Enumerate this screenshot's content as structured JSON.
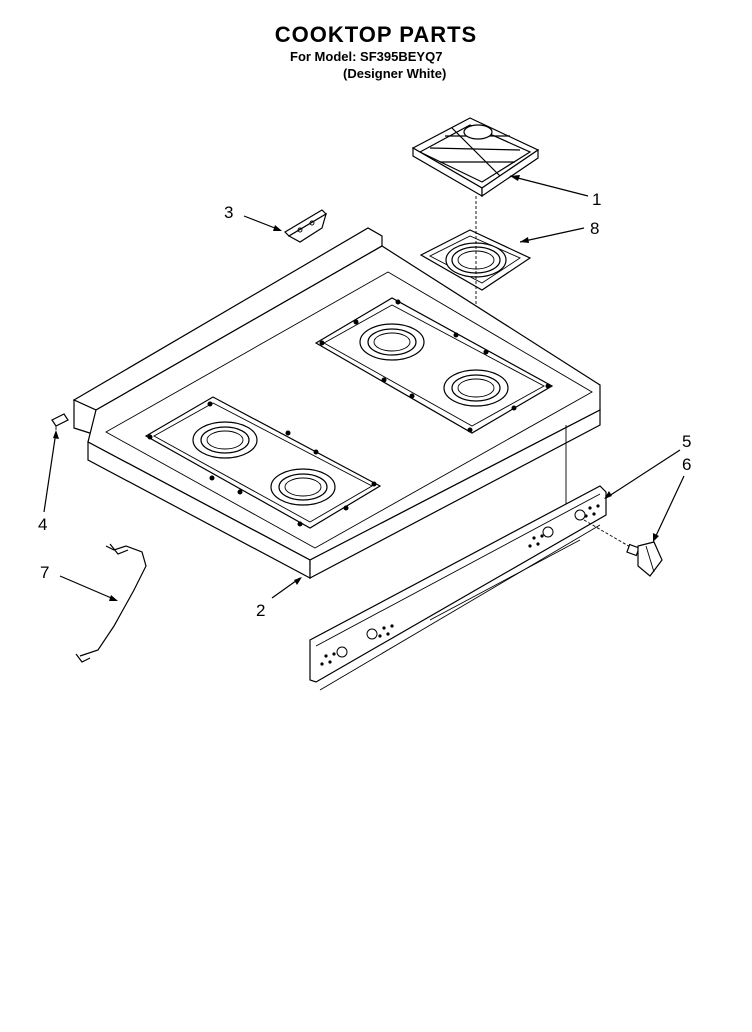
{
  "header": {
    "title": "COOKTOP PARTS",
    "model_line": "For Model: SF395BEYQ7",
    "color_line": "(Designer White)"
  },
  "callouts": {
    "c1": "1",
    "c2": "2",
    "c3": "3",
    "c4": "4",
    "c5": "5",
    "c6": "6",
    "c7": "7",
    "c8": "8"
  }
}
